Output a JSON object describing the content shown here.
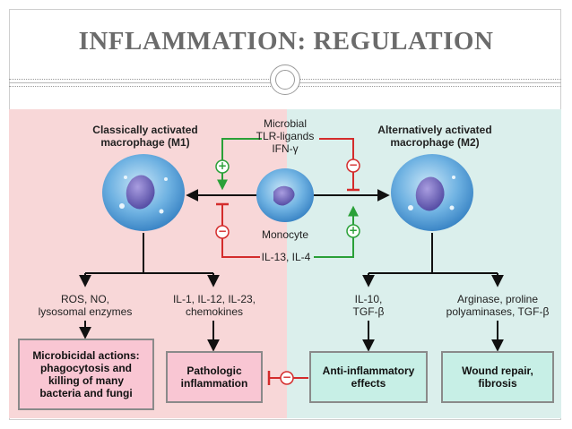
{
  "title": "INFLAMMATION: REGULATION",
  "colors": {
    "left_panel": "#f8d7d8",
    "right_panel": "#dbefec",
    "activate_arrow": "#2aa038",
    "inhibit_arrow": "#d42c2c",
    "cell": "#5aa3da",
    "nucleus": "#6a62b8"
  },
  "diagram": {
    "m1_title": "Classically activated\nmacrophage (M1)",
    "m2_title": "Alternatively activated\nmacrophage (M2)",
    "stimuli_top": "Microbial\nTLR-ligands\nIFN-γ",
    "monocyte_label": "Monocyte",
    "stimuli_bottom": "IL-13, IL-4",
    "plus_sign": "+",
    "minus_sign": "−",
    "m1_products_a": "ROS, NO,\nlysosomal enzymes",
    "m1_products_b": "IL-1, IL-12, IL-23,\nchemokines",
    "m2_products_a": "IL-10,\nTGF-β",
    "m2_products_b": "Arginase, proline\npolyaminases, TGF-β",
    "box_microbicidal": "Microbicidal actions:\nphagocytosis and\nkilling of many\nbacteria and fungi",
    "box_pathologic": "Pathologic\ninflammation",
    "box_antiinflammatory": "Anti-inflammatory\neffects",
    "box_wound": "Wound repair,\nfibrosis"
  }
}
